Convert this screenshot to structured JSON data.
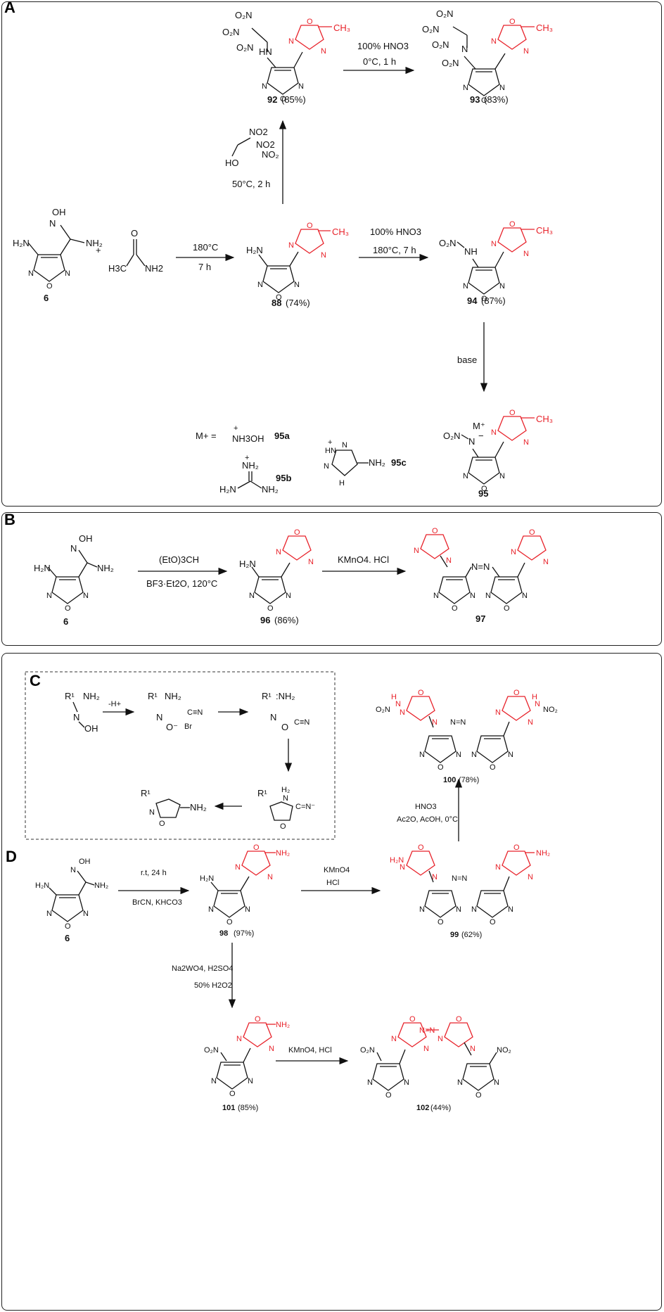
{
  "panels": {
    "A": "A",
    "B": "B",
    "C": "C",
    "D": "D"
  },
  "panelA": {
    "reagent_plus": "+",
    "acetamide": [
      "H3C",
      "NH2"
    ],
    "cond_88": [
      "180°C",
      "7 h"
    ],
    "cond_92_reagent": [
      "NO2",
      "NO2",
      "HO"
    ],
    "cond_92": "50°C, 2 h",
    "cond_93": [
      "100% HNO3",
      "0°C, 1 h"
    ],
    "cond_94": [
      "100% HNO3",
      "180°C, 7 h"
    ],
    "cond_95": "base",
    "compound_6": "6",
    "compound_88": "88",
    "yield_88": "(74%)",
    "compound_92": "92",
    "yield_92": "(85%)",
    "compound_93": "93",
    "yield_93": "(83%)",
    "compound_94": "94",
    "yield_94": "(87%)",
    "compound_95": "95",
    "cation_label": "M+ =",
    "cation_a": "NH3OH",
    "cation_a_id": "95a",
    "cation_b_id": "95b",
    "cation_c_id": "95c"
  },
  "panelB": {
    "compound_6": "6",
    "cond_96": [
      "(EtO)3CH",
      "BF3·Et2O, 120°C"
    ],
    "cond_97": "KMnO4. HCl",
    "compound_96": "96",
    "yield_96": "(86%)",
    "compound_97": "97"
  },
  "panelC": {
    "step1": "-H+",
    "reagent": "C≡N",
    "leaving": "Br"
  },
  "panelD": {
    "compound_6": "6",
    "cond_98": [
      "r.t, 24 h",
      "BrCN, KHCO3"
    ],
    "compound_98": "98",
    "yield_98": "(97%)",
    "cond_99": [
      "KMnO4",
      "HCl"
    ],
    "compound_99": "99",
    "yield_99": "(62%)",
    "cond_100": [
      "HNO3",
      "Ac2O, AcOH, 0°C"
    ],
    "compound_100": "100",
    "yield_100": "(78%)",
    "cond_101": [
      "Na2WO4, H2SO4",
      "50% H2O2"
    ],
    "compound_101": "101",
    "yield_101": "(85%)",
    "cond_102": "KMnO4, HCl",
    "compound_102": "102",
    "yield_102": "(44%)"
  },
  "colors": {
    "highlight": "#e8222a",
    "ink": "#111111"
  }
}
